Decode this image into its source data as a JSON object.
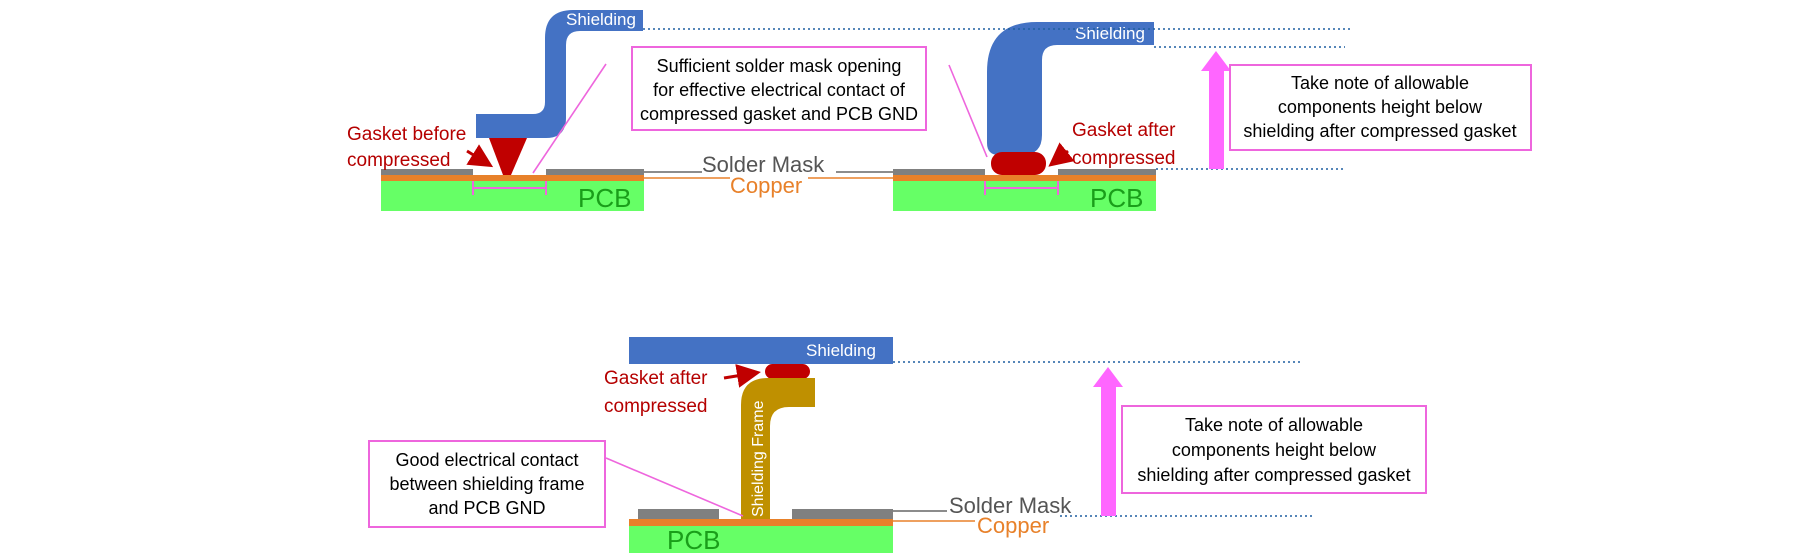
{
  "labels": {
    "shielding": "Shielding",
    "pcb": "PCB",
    "solder_mask": "Solder Mask",
    "copper": "Copper",
    "gasket_before": [
      "Gasket before",
      "compressed"
    ],
    "gasket_after": [
      "Gasket after",
      "compressed"
    ],
    "shielding_frame": "Shielding Frame"
  },
  "callouts": {
    "solder_opening": [
      "Sufficient solder mask opening",
      "for effective electrical contact of",
      "compressed gasket and PCB GND"
    ],
    "height_note": [
      "Take note of allowable",
      "components height below",
      "shielding after compressed gasket"
    ],
    "frame_contact": [
      "Good electrical contact",
      "between shielding frame",
      "and PCB GND"
    ]
  },
  "colors": {
    "shielding": "#4472c4",
    "pcb": "#66ff66",
    "copper": "#e8812a",
    "solder_mask": "#808080",
    "gasket": "#c00000",
    "frame": "#bf9000",
    "callout_border": "#ee66dd",
    "arrow": "#ff66ff",
    "gasket_text": "#b50000"
  }
}
